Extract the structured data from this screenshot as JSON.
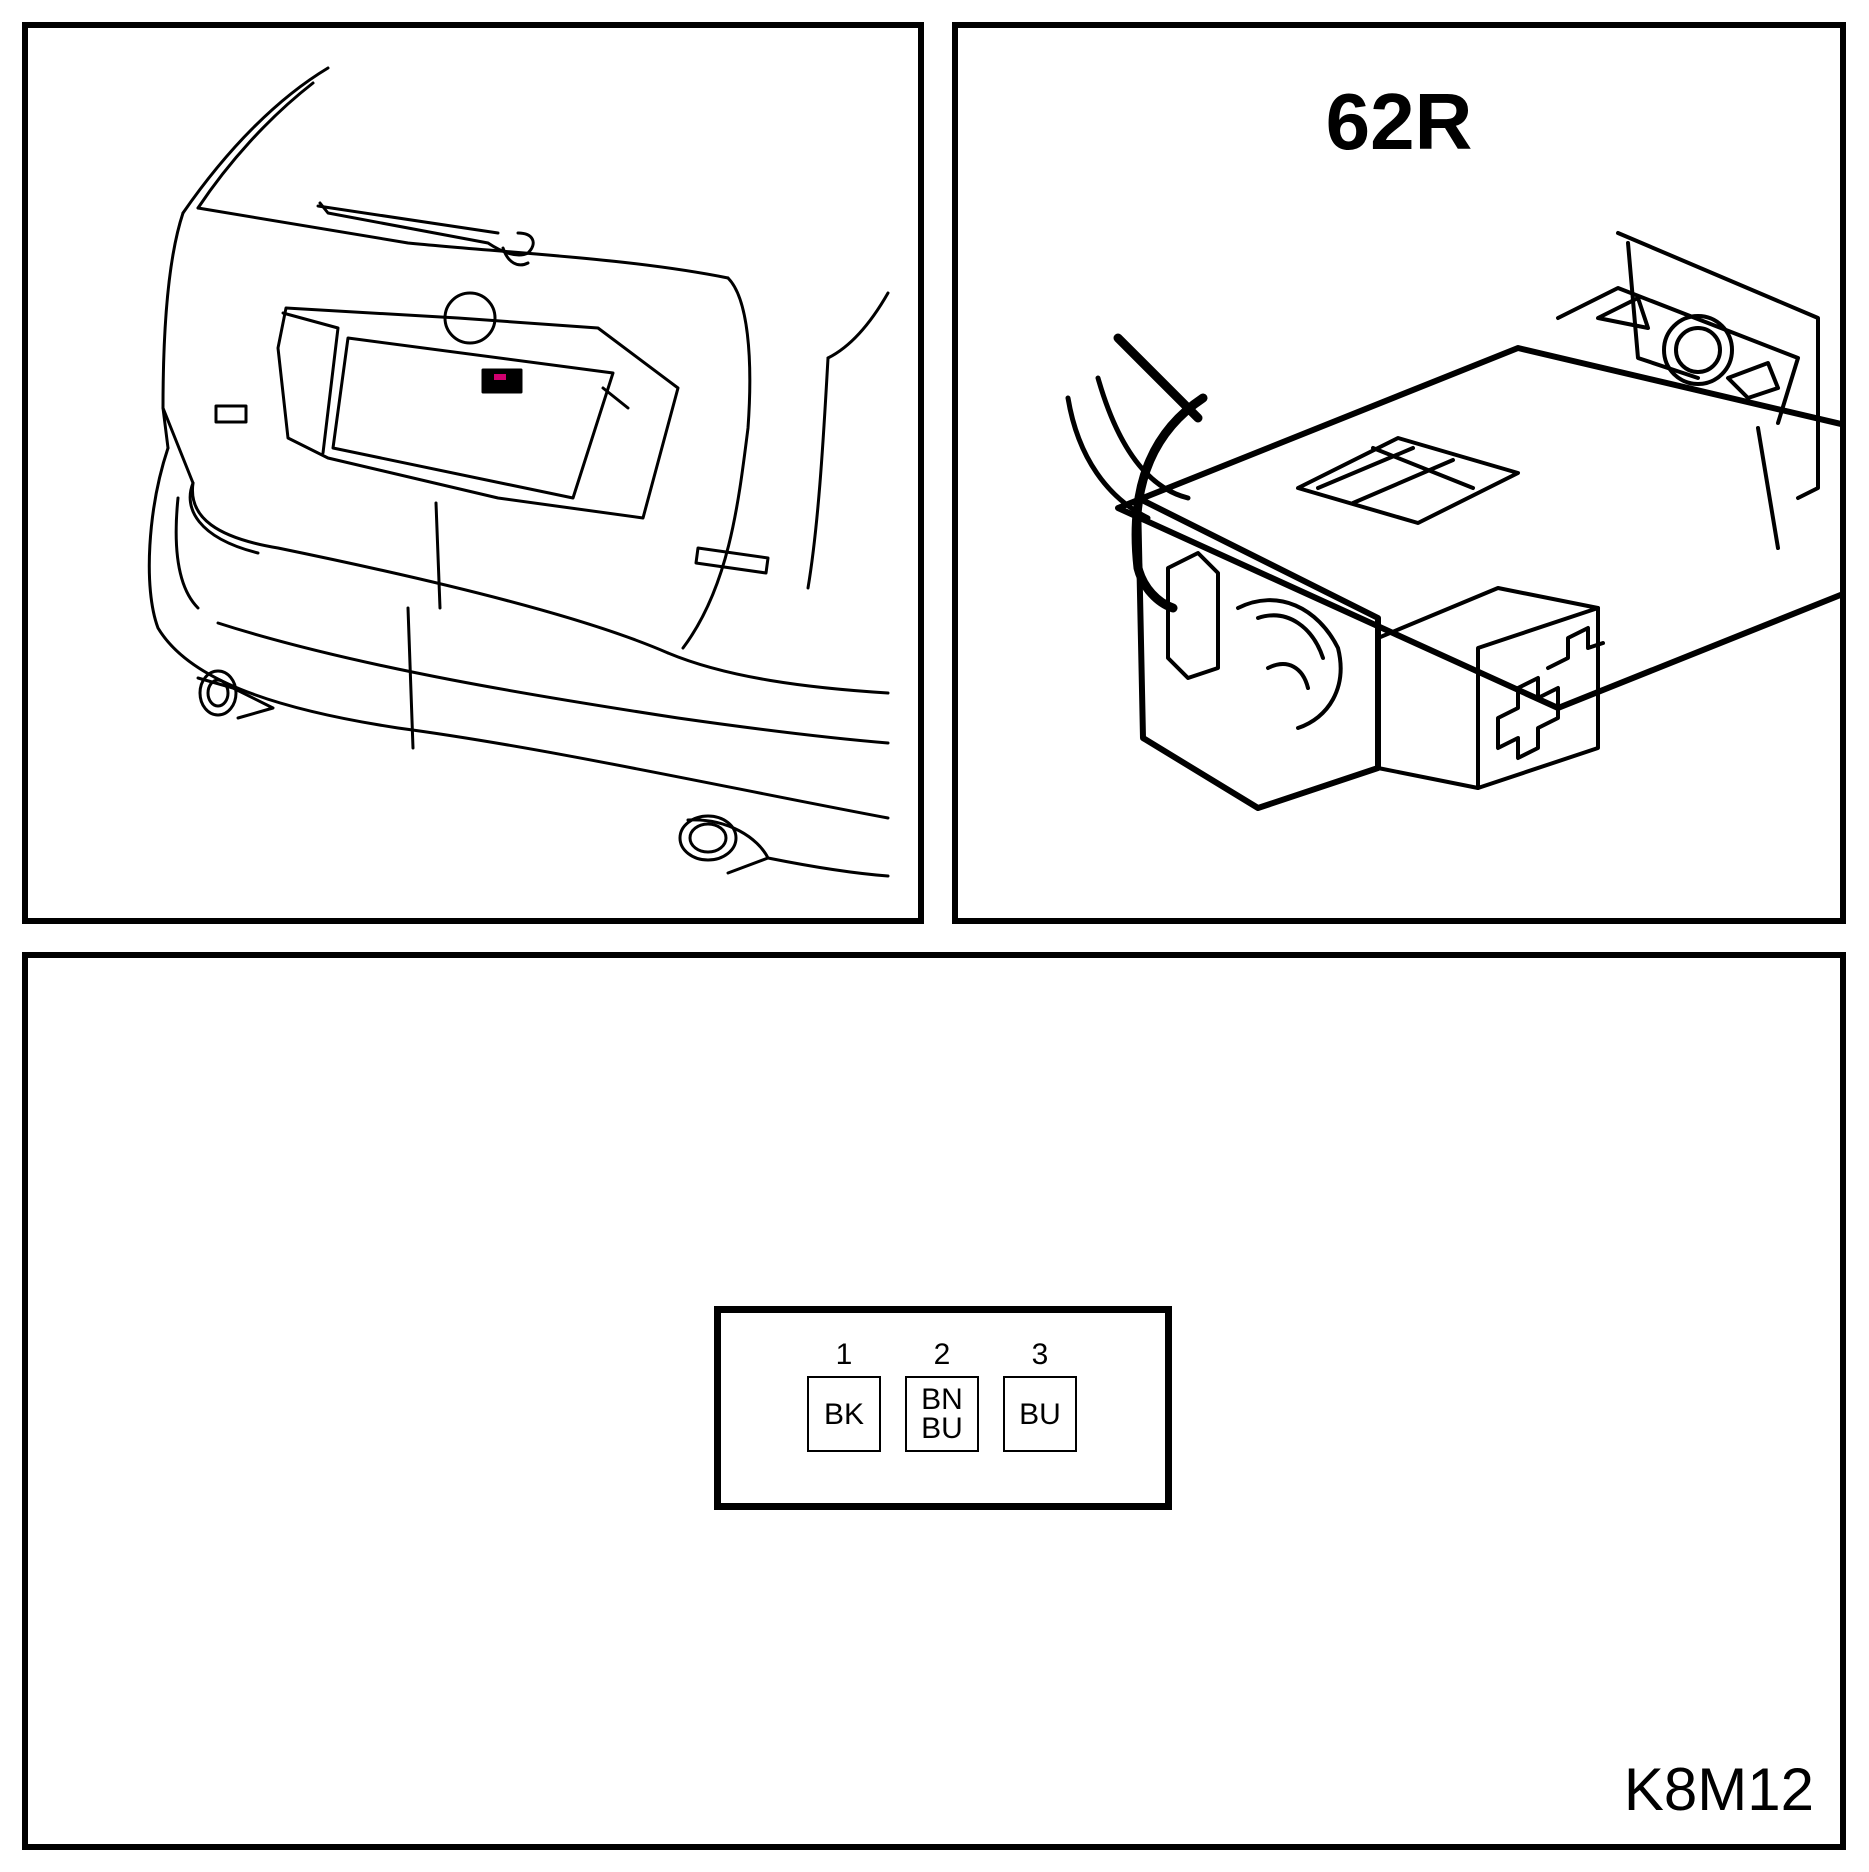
{
  "connector": {
    "id": "62R",
    "code": "K8M12",
    "pins": [
      {
        "number": "1",
        "colors": [
          "BK"
        ]
      },
      {
        "number": "2",
        "colors": [
          "BN",
          "BU"
        ]
      },
      {
        "number": "3",
        "colors": [
          "BU"
        ]
      }
    ]
  },
  "colors": {
    "line": "#000000",
    "background": "#ffffff",
    "marker": "#d0006f"
  }
}
